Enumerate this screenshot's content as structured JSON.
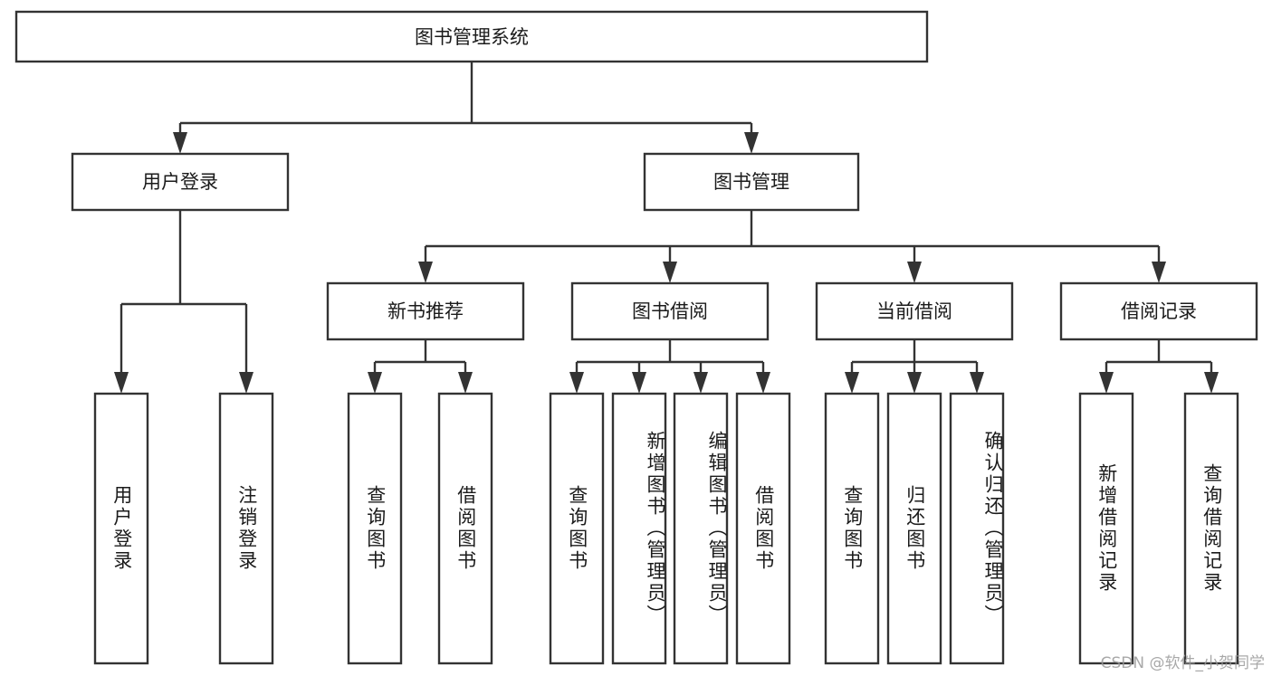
{
  "diagram": {
    "type": "tree-hierarchy-chart",
    "title": "图书管理系统",
    "orientation": "top-down",
    "box_fill": "#ffffff",
    "box_stroke": "#333333",
    "text_color": "#1b1b1b",
    "watermark": "CSDN @软件_小贺同学",
    "levels": [
      {
        "level": 1,
        "nodes": [
          {
            "id": "root",
            "label": "图书管理系统"
          }
        ]
      },
      {
        "level": 2,
        "nodes": [
          {
            "id": "user-login",
            "label": "用户登录",
            "parent": "root"
          },
          {
            "id": "book-manage",
            "label": "图书管理",
            "parent": "root"
          }
        ]
      },
      {
        "level": 3,
        "nodes": [
          {
            "id": "new-book-rec",
            "label": "新书推荐",
            "parent": "book-manage"
          },
          {
            "id": "book-borrow",
            "label": "图书借阅",
            "parent": "book-manage"
          },
          {
            "id": "current-borrow",
            "label": "当前借阅",
            "parent": "book-manage"
          },
          {
            "id": "borrow-record",
            "label": "借阅记录",
            "parent": "book-manage"
          }
        ]
      },
      {
        "level": 4,
        "nodes": [
          {
            "id": "leaf-1",
            "label": "用户登录",
            "parent": "user-login"
          },
          {
            "id": "leaf-2",
            "label": "注销登录",
            "parent": "user-login"
          },
          {
            "id": "leaf-3",
            "label": "查询图书",
            "parent": "new-book-rec"
          },
          {
            "id": "leaf-4",
            "label": "借阅图书",
            "parent": "new-book-rec"
          },
          {
            "id": "leaf-5",
            "label": "查询图书",
            "parent": "book-borrow"
          },
          {
            "id": "leaf-6",
            "label": "新增图书（管理员）",
            "parent": "book-borrow"
          },
          {
            "id": "leaf-7",
            "label": "编辑图书（管理员）",
            "parent": "book-borrow"
          },
          {
            "id": "leaf-8",
            "label": "借阅图书",
            "parent": "book-borrow"
          },
          {
            "id": "leaf-9",
            "label": "查询图书",
            "parent": "current-borrow"
          },
          {
            "id": "leaf-10",
            "label": "归还图书",
            "parent": "current-borrow"
          },
          {
            "id": "leaf-11",
            "label": "确认归还（管理员）",
            "parent": "current-borrow"
          },
          {
            "id": "leaf-12",
            "label": "新增借阅记录",
            "parent": "borrow-record"
          },
          {
            "id": "leaf-13",
            "label": "查询借阅记录",
            "parent": "borrow-record"
          }
        ]
      }
    ]
  }
}
